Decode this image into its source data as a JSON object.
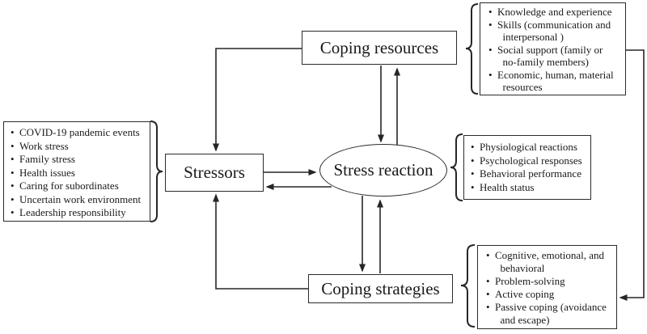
{
  "colors": {
    "background": "#ffffff",
    "line": "#262626",
    "text": "#1a1a1a"
  },
  "nodes": {
    "stressors": {
      "label": "Stressors"
    },
    "stress_reaction": {
      "label": "Stress reaction"
    },
    "coping_resources": {
      "label": "Coping resources"
    },
    "coping_strategies": {
      "label": "Coping strategies"
    }
  },
  "lists": {
    "stressor_examples": {
      "items": [
        "COVID-19 pandemic events",
        "Work stress",
        "Family stress",
        "Health issues",
        "Caring for subordinates",
        "Uncertain work environment",
        "Leadership responsibility"
      ]
    },
    "coping_resource_examples": {
      "items": [
        "Knowledge and experience",
        "Skills (communication and\n  interpersonal )",
        "Social support (family or\n  no-family members)",
        "Economic, human, material\n  resources"
      ]
    },
    "stress_reaction_examples": {
      "items": [
        "Physiological reactions",
        "Psychological responses",
        "Behavioral performance",
        "Health status"
      ]
    },
    "coping_strategy_examples": {
      "items": [
        "Cognitive, emotional, and\n  behavioral",
        "Problem-solving",
        "Active coping",
        "Passive coping (avoidance\n  and escape)"
      ]
    }
  }
}
